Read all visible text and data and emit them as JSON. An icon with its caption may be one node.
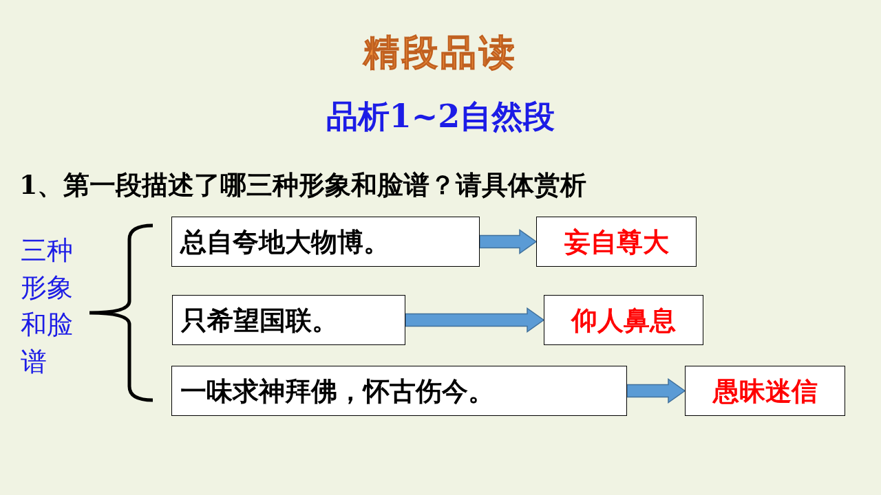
{
  "diagram": {
    "title": "精段品读",
    "nodes": [
      {
        "text": [
          "总自夸地大物博。"
        ]
      },
      {
        "text": [
          "妄自尊大"
        ]
      },
      {
        "text": [
          "只希望国联。"
        ]
      },
      {
        "text": [
          "仰人鼻息"
        ]
      },
      {
        "text": [
          "一味求神拜佛，怀古伤今。"
        ]
      },
      {
        "text": [
          "愚昧迷信"
        ]
      }
    ],
    "edges": [
      {
        "from": 0,
        "to": 1,
        "arrow": "to"
      },
      {
        "from": 2,
        "to": 3,
        "arrow": "to"
      },
      {
        "from": 4,
        "to": 5,
        "arrow": "to"
      }
    ],
    "labels": [
      "品析1~2自然段",
      "1、第一段描述了哪三种形象和脸谱？请具体赏析",
      "三种形象和脸谱"
    ]
  }
}
